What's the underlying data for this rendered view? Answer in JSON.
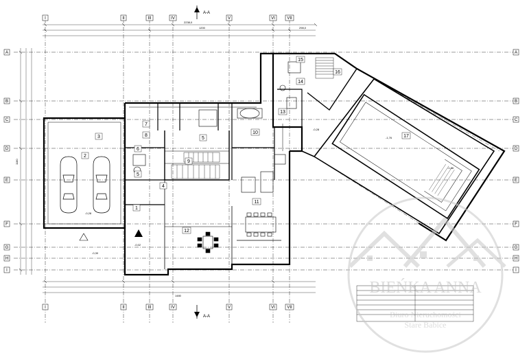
{
  "section_marker": "A-A",
  "axes_vertical": [
    "I",
    "II",
    "III",
    "IV",
    "V",
    "VI",
    "VII"
  ],
  "axes_horizontal": [
    "A",
    "B",
    "C",
    "D",
    "E",
    "F",
    "G",
    "H",
    "I"
  ],
  "overall_dims": {
    "top_total": "2238,0",
    "top_mid": "1200",
    "top_right": "298,0",
    "bottom_total": "1480",
    "left_total": "1180"
  },
  "rooms": [
    "1",
    "2",
    "3",
    "4",
    "5",
    "6",
    "7",
    "8",
    "9",
    "10",
    "11",
    "12",
    "13",
    "14",
    "15",
    "16",
    "17"
  ],
  "levels": {
    "garage": "-0,28",
    "entry": "-0,02",
    "outside_left": "-0,30",
    "terrace": "-0,28",
    "pool_a": "-1,76",
    "pool_b": "-1,86"
  },
  "watermark": {
    "name": "BIEŃKA ANNA",
    "line1": "Biuro Nieruchomości",
    "line2": "Stare Babice"
  },
  "colors": {
    "line": "#000000",
    "watermark": "#c8c8c8",
    "background": "#ffffff"
  }
}
